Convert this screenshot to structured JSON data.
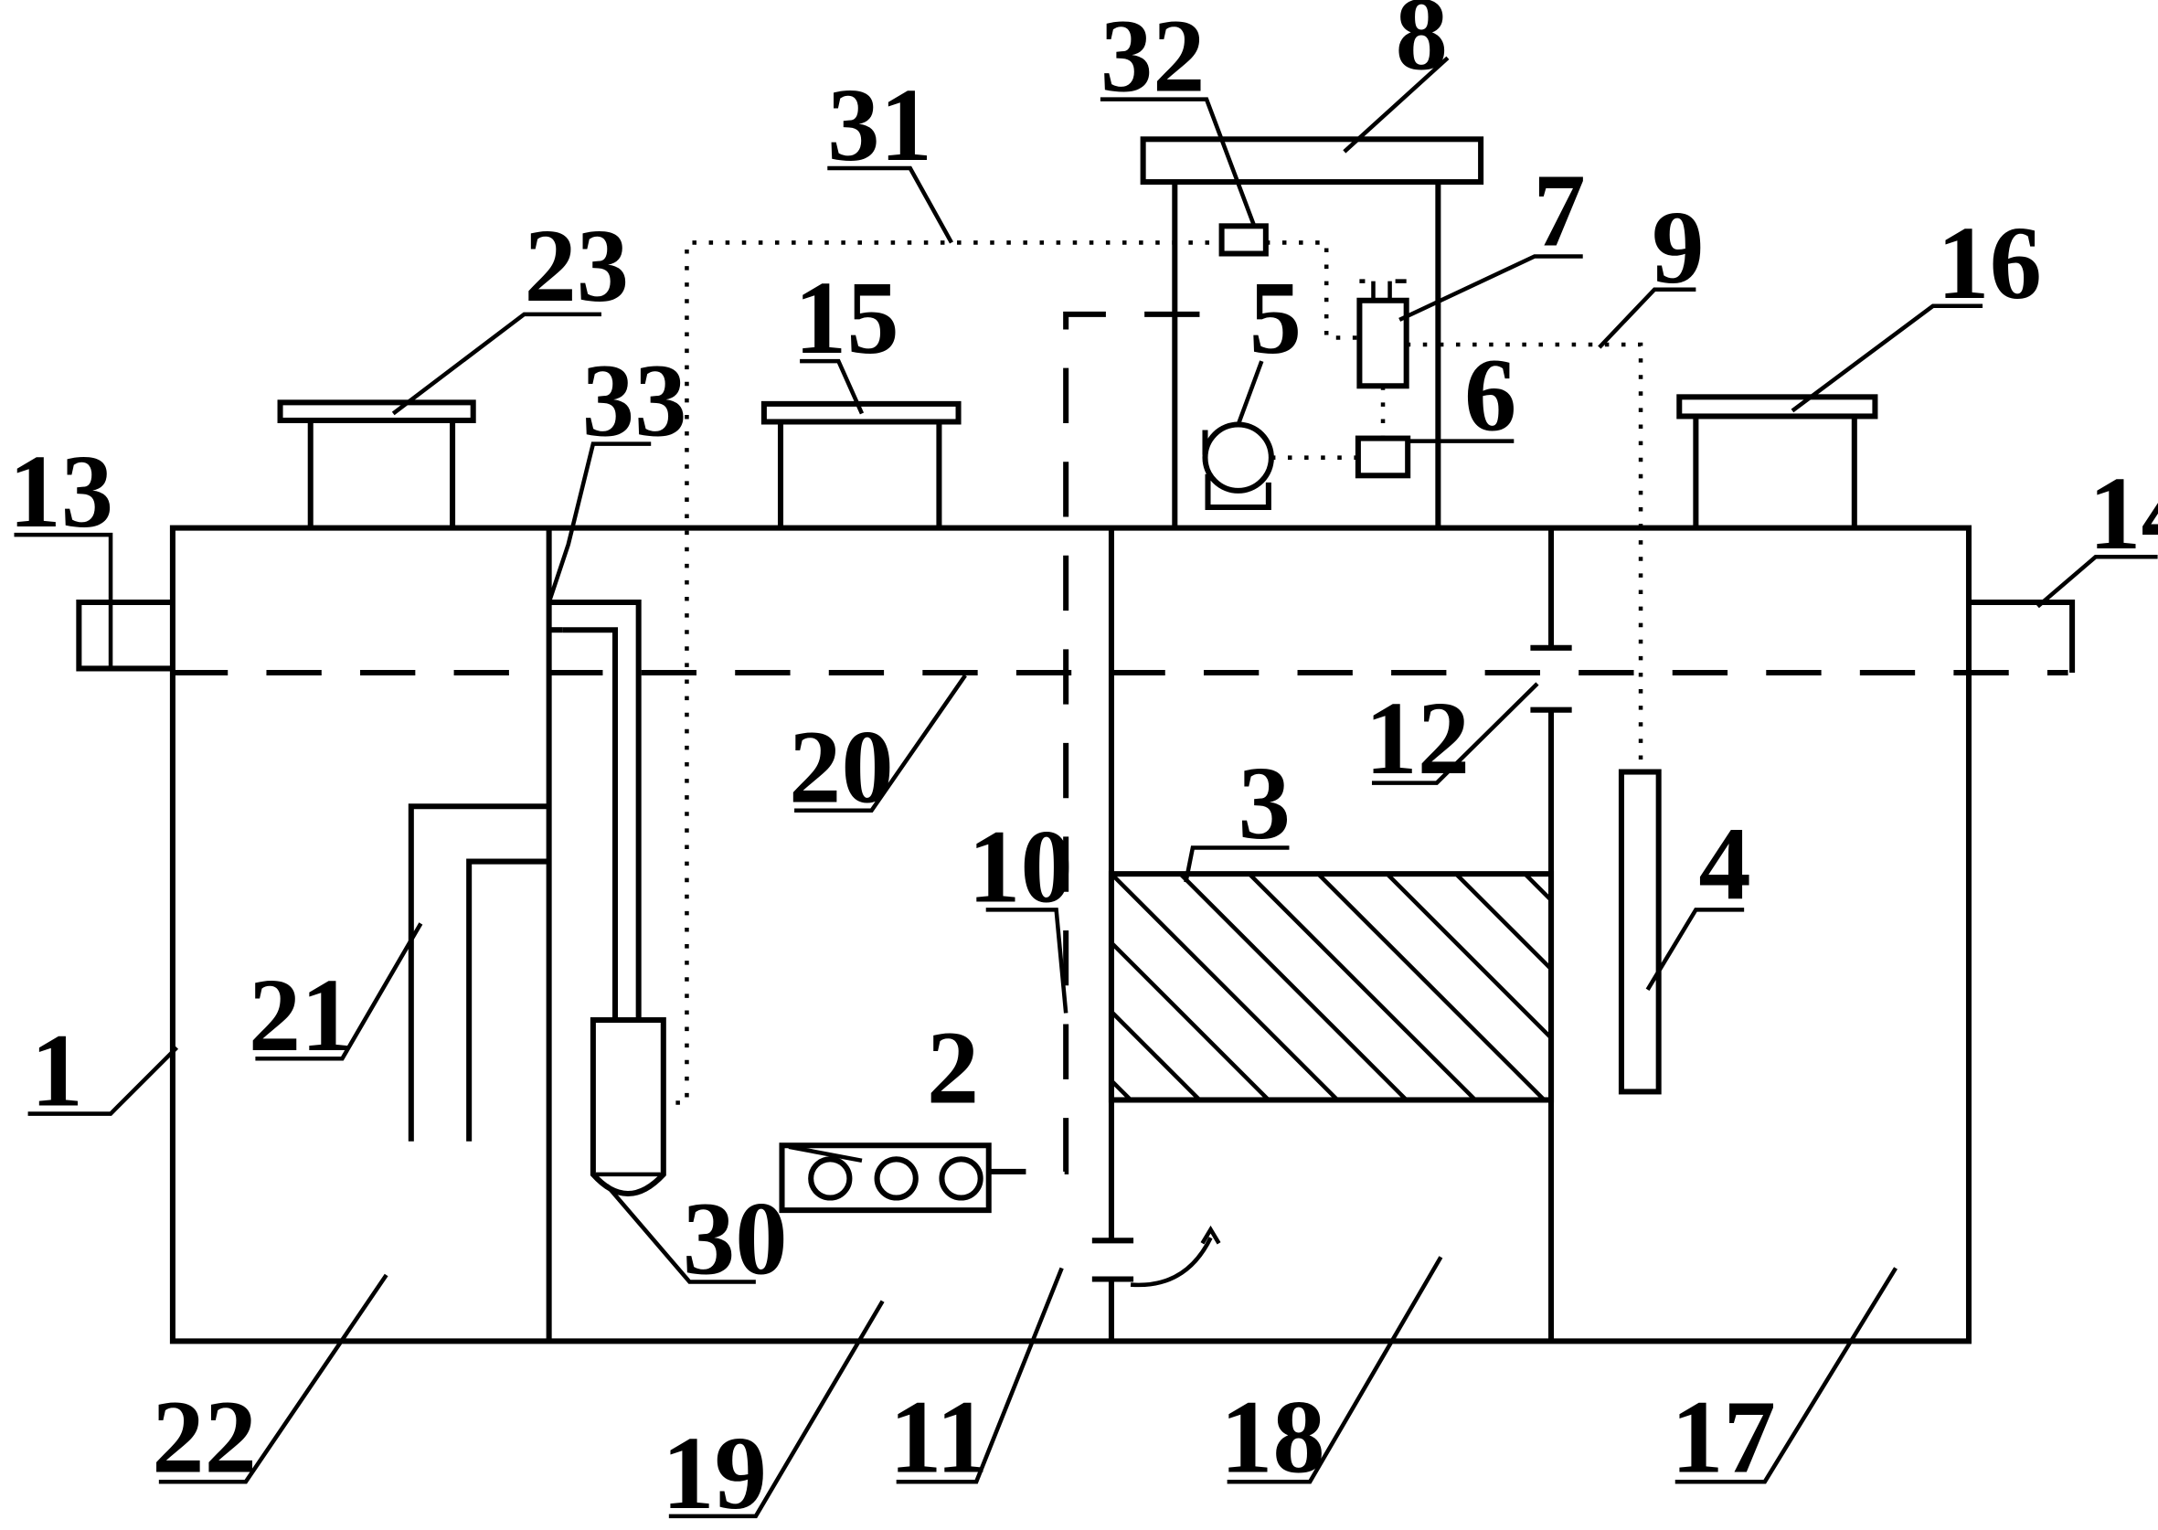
{
  "labels": {
    "l1": "1",
    "l2": "2",
    "l3": "3",
    "l4": "4",
    "l5": "5",
    "l6": "6",
    "l7": "7",
    "l8": "8",
    "l9": "9",
    "l10": "10",
    "l11": "11",
    "l12": "12",
    "l13": "13",
    "l14": "14",
    "l15": "15",
    "l16": "16",
    "l17": "17",
    "l18": "18",
    "l19": "19",
    "l20": "20",
    "l21": "21",
    "l22": "22",
    "l23": "23",
    "l30": "30",
    "l31": "31",
    "l32": "32",
    "l33": "33"
  }
}
